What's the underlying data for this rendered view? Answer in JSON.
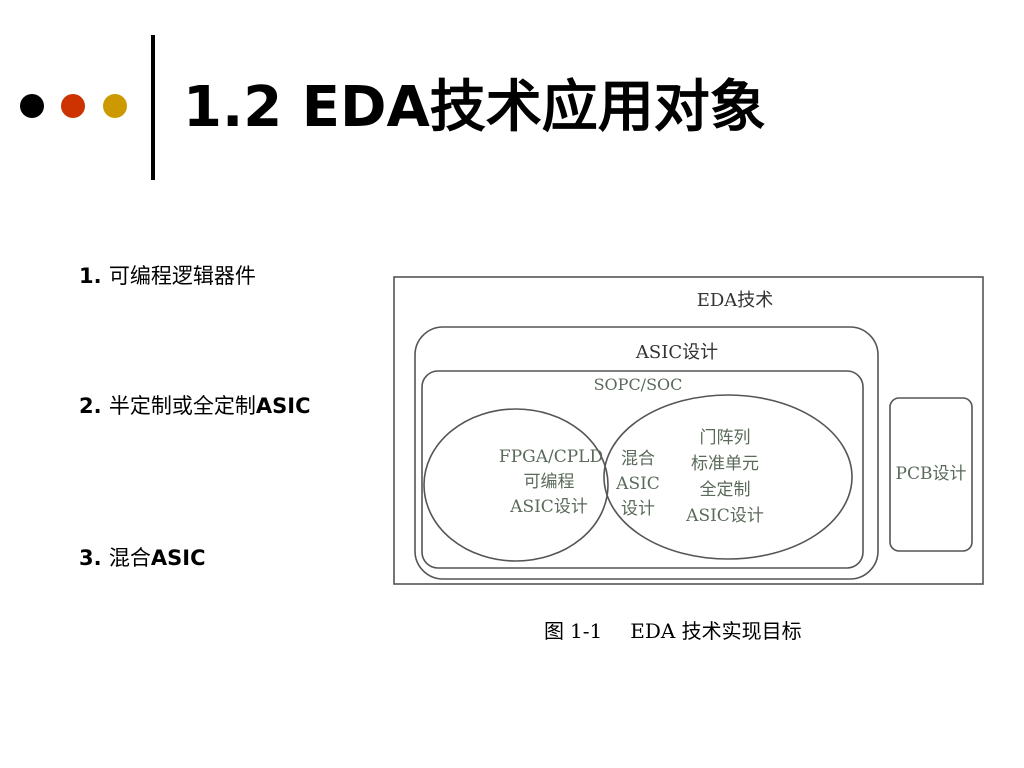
{
  "slide": {
    "title": "1.2  EDA技术应用对象",
    "items": [
      {
        "num": "1.",
        "text_cjk": "可编程逻辑器件",
        "text_latin": ""
      },
      {
        "num": "2.",
        "text_cjk": "半定制或全定制",
        "text_latin": "ASIC"
      },
      {
        "num": "3.",
        "text_cjk": "混合",
        "text_latin": "ASIC"
      }
    ]
  },
  "figure": {
    "outer_label": "EDA技术",
    "asic_label": "ASIC设计",
    "sopc_label": "SOPC/SOC",
    "left_lines": [
      "FPGA/CPLD",
      "可编程",
      "ASIC设计"
    ],
    "middle_lines": [
      "混合",
      "ASIC",
      "设计"
    ],
    "right_lines": [
      "门阵列",
      "标准单元",
      "全定制",
      "ASIC设计"
    ],
    "pcb_label": "PCB设计",
    "caption_prefix": "图",
    "caption_num": "1-1",
    "caption_text": "EDA 技术实现目标"
  },
  "colors": {
    "dot1": "#000000",
    "dot2": "#cc3300",
    "dot3": "#cc9900",
    "figure_text": "#5a6a5a",
    "figure_lines": "#555555"
  }
}
